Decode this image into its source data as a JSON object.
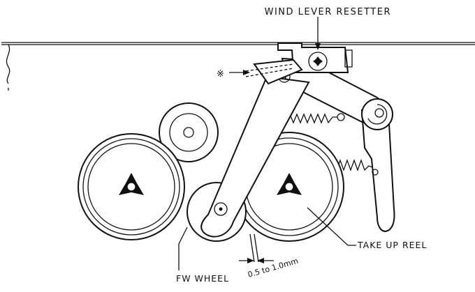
{
  "labels": {
    "wind_lever_resetter": "WIND LEVER RESETTER",
    "take_up_reel": "TAKE UP REEL",
    "fw_wheel": "FW WHEEL",
    "clearance": "0.5 to 1.0mm",
    "marker": "※"
  }
}
